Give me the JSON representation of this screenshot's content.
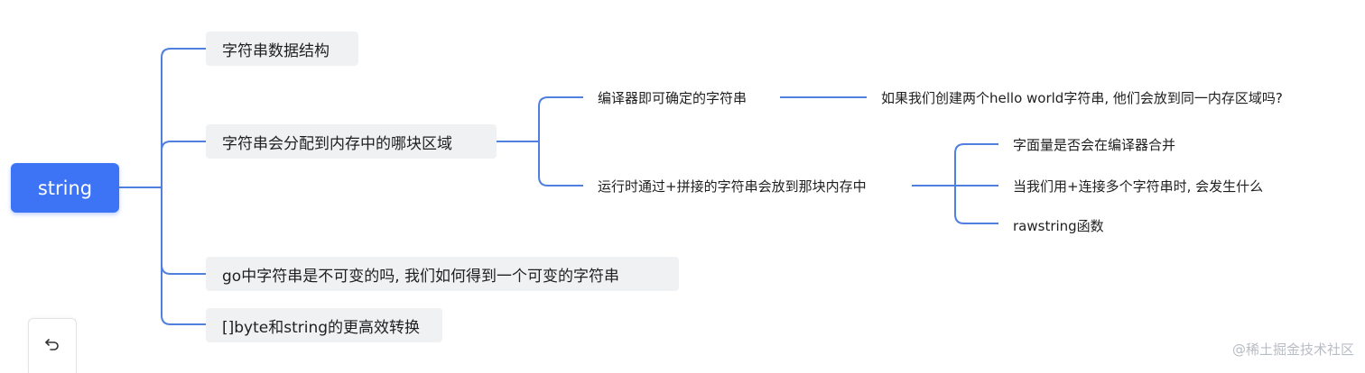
{
  "mindmap": {
    "root": {
      "label": "string"
    },
    "branches": [
      {
        "label": "字符串数据结构"
      },
      {
        "label": "字符串会分配到内存中的哪块区域",
        "children": [
          {
            "label": "编译器即可确定的字符串",
            "children": [
              {
                "label": "如果我们创建两个hello world字符串, 他们会放到同一内存区域吗?"
              }
            ]
          },
          {
            "label": "运行时通过+拼接的字符串会放到那块内存中",
            "children": [
              {
                "label": "字面量是否会在编译器合并"
              },
              {
                "label": "当我们用+连接多个字符串时, 会发生什么"
              },
              {
                "label": "rawstring函数"
              }
            ]
          }
        ]
      },
      {
        "label": "go中字符串是不可变的吗, 我们如何得到一个可变的字符串"
      },
      {
        "label": "[]byte和string的更高效转换"
      }
    ]
  },
  "colors": {
    "accent": "#3d74f5",
    "connector": "#4f7fdf",
    "branch_bg": "#f0f1f3"
  },
  "toolbar": {
    "undo_icon": "undo-icon"
  },
  "watermark": {
    "text": "@稀土掘金技术社区"
  }
}
